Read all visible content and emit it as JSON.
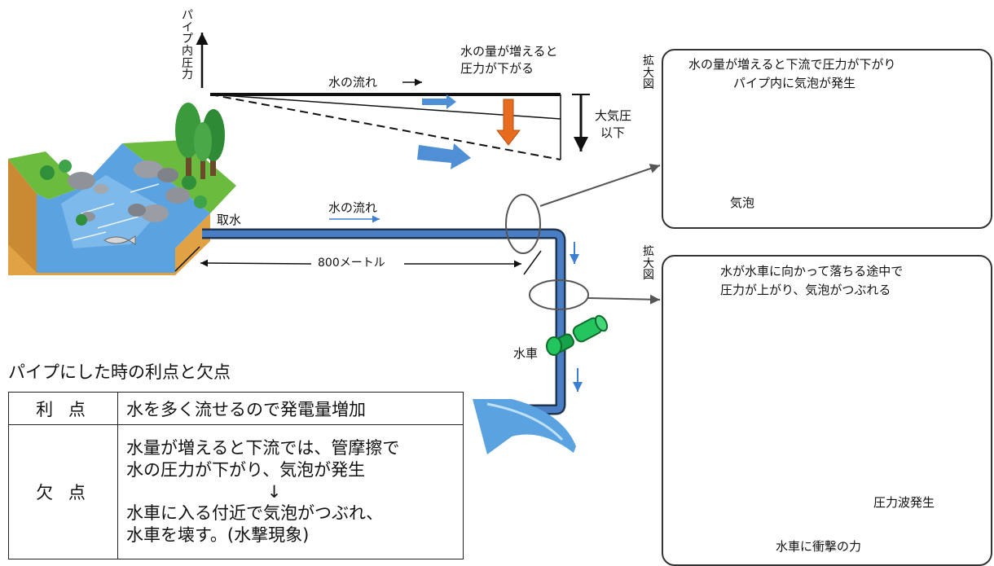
{
  "graph": {
    "y_axis_label": "パイプ内圧力",
    "flow_label": "水の流れ",
    "drop_label_1": "水の量が増えると",
    "drop_label_2": "圧力が下がる",
    "atm_label_1": "大気圧",
    "atm_label_2": "以下"
  },
  "scene": {
    "intake_label": "取水",
    "flow_label": "水の流れ",
    "distance_label": "800メートル",
    "turbine_label": "水車"
  },
  "zoom_top": {
    "side_label": "拡大図",
    "caption_1": "水の量が増えると下流で圧力が下がり",
    "caption_2": "パイプ内に気泡が発生",
    "bubble_label": "気泡"
  },
  "zoom_bottom": {
    "side_label": "拡大図",
    "caption_1": "水が水車に向かって落ちる途中で",
    "caption_2": "圧力が上がり、気泡がつぶれる",
    "wave_label": "圧力波発生",
    "impact_label": "水車に衝撃の力"
  },
  "table": {
    "title": "パイプにした時の利点と欠点",
    "pros_header": "利 点",
    "pros_text": "水を多く流せるので発電量増加",
    "cons_header": "欠 点",
    "cons_line_1": "水量が増えると下流では、管摩擦で",
    "cons_line_2": "水の圧力が下がり、気泡が発生",
    "cons_arrow": "↓",
    "cons_line_3": "水車に入る付近で気泡がつぶれ、",
    "cons_line_4": "水車を壊す。(水撃現象)"
  },
  "colors": {
    "pipe": "#4a7ec4",
    "pipe_outline": "#1f3550",
    "flow_arrow": "#4f8fd6",
    "pressure_arrow": "#e86c1f",
    "turbine": "#22c55e",
    "tube_fill": "#fde7a6",
    "tube_end": "#f5c542",
    "river": "#5aa2e0",
    "earth": "#e0a244",
    "grass": "#4caf3a"
  }
}
